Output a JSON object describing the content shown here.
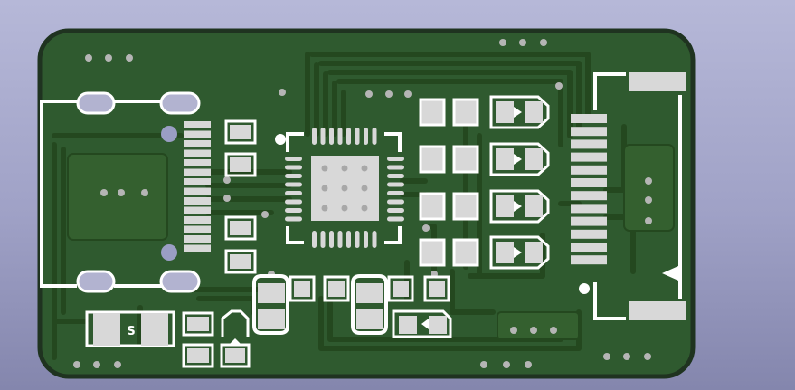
{
  "viewer": {
    "board_side": "bottom",
    "colors": {
      "background_top": "#b6b8d8",
      "background_bottom": "#8486ad",
      "board_edge": "#1f3320",
      "substrate": "#2f5a2f",
      "copper_trace": "#24481f",
      "copper_fill": "#34602f",
      "silkscreen": "#ffffff",
      "pad": "#d8d8d8",
      "via": "#b5b5b5",
      "hole": "#9a9ec4"
    }
  },
  "silkscreen": {
    "usb_label": "S"
  },
  "components": [
    {
      "name": "usb-c-connector",
      "type": "usb-connector"
    },
    {
      "name": "microcontroller",
      "type": "qfn-ic"
    },
    {
      "name": "led-array",
      "type": "led"
    },
    {
      "name": "pin-header",
      "type": "fpc-connector"
    },
    {
      "name": "passives",
      "type": "passive"
    }
  ]
}
